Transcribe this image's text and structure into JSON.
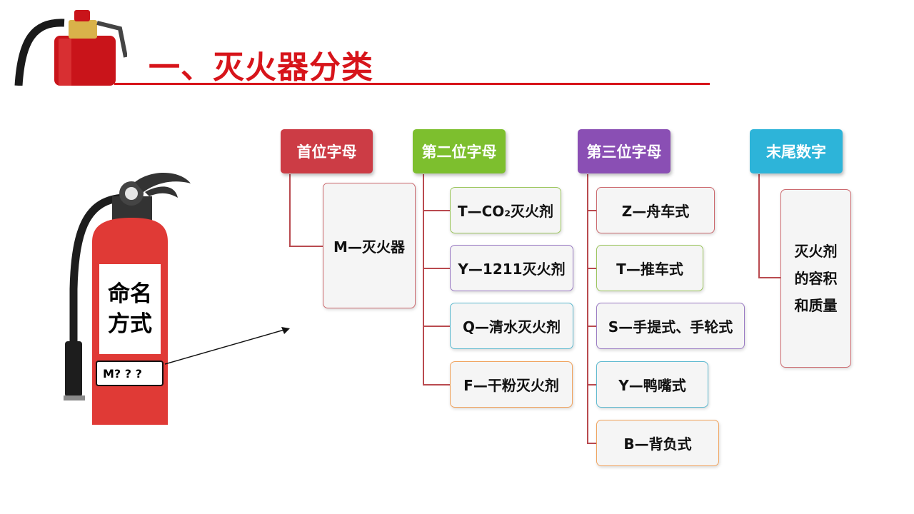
{
  "title": "一、灭火器分类",
  "extinguisher": {
    "naming_label": "命名方式",
    "code": "M? ? ?"
  },
  "columns": [
    {
      "header": "首位字母",
      "color": "#cc3c45",
      "items": [
        "M—灭火器"
      ]
    },
    {
      "header": "第二位字母",
      "color": "#7dbf2e",
      "items": [
        "T—CO₂灭火剂",
        "Y—1211灭火剂",
        "Q—清水灭火剂",
        "F—干粉灭火剂"
      ]
    },
    {
      "header": "第三位字母",
      "color": "#8a4fb4",
      "items": [
        "Z—舟车式",
        "T—推车式",
        "S—手提式、手轮式",
        "Y—鸭嘴式",
        "B—背负式"
      ]
    },
    {
      "header": "末尾数字",
      "color": "#2db4d9",
      "items": [
        "灭火剂的容积和质量"
      ]
    }
  ]
}
